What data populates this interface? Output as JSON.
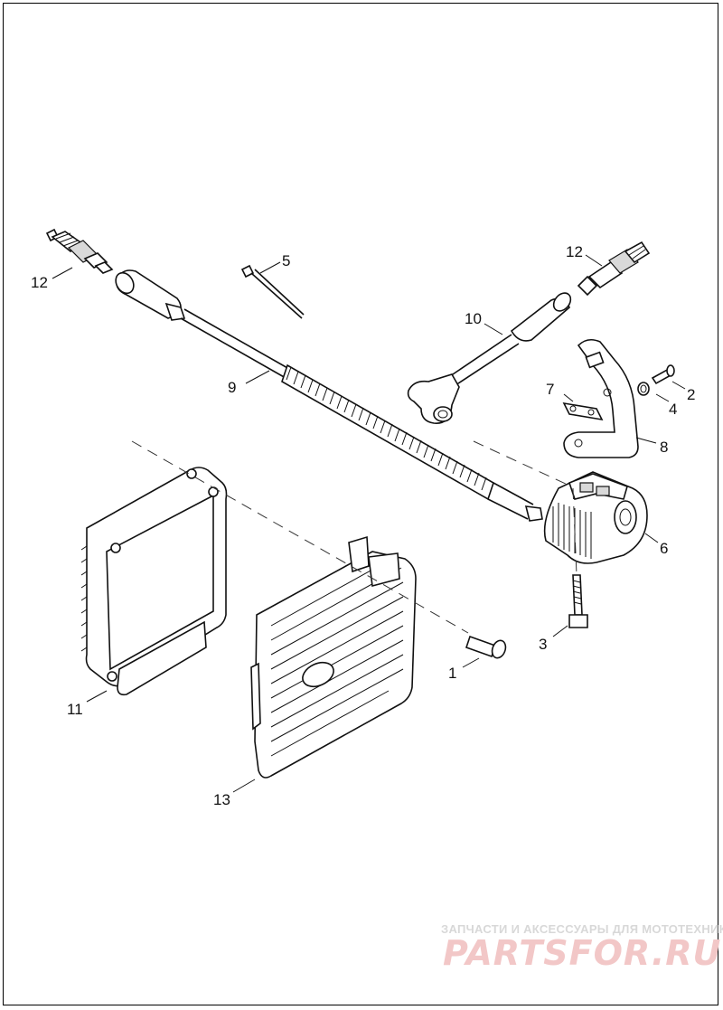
{
  "callouts": {
    "c1": "1",
    "c2": "2",
    "c3": "3",
    "c4": "4",
    "c5": "5",
    "c6": "6",
    "c7": "7",
    "c8": "8",
    "c9": "9",
    "c10": "10",
    "c11": "11",
    "c12a": "12",
    "c12b": "12",
    "c13": "13"
  },
  "watermark": {
    "caption": "ЗАПЧАСТИ И АКСЕССУАРЫ ДЛЯ МОТОТЕХНИКИ",
    "logo": "PARTSFOR.RU"
  }
}
